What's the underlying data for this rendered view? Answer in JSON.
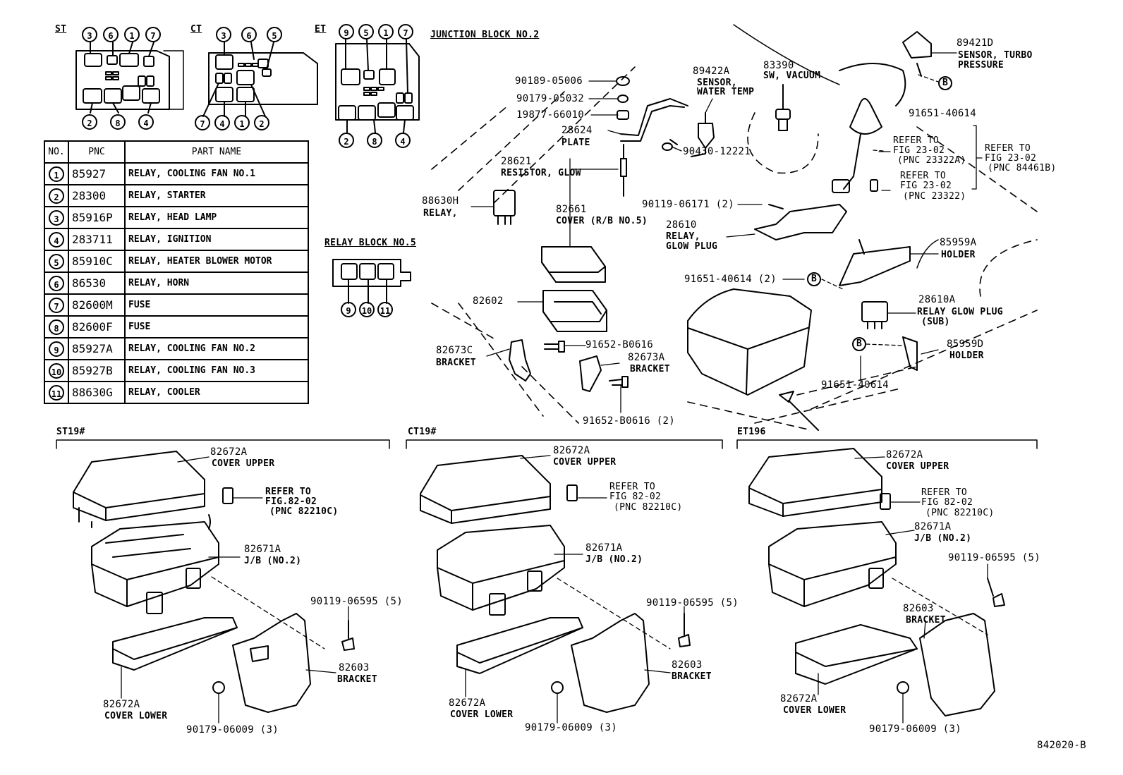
{
  "section_labels": {
    "st": "ST",
    "ct": "CT",
    "et": "ET",
    "junction_block": "JUNCTION BLOCK NO.2",
    "relay_block": "RELAY BLOCK NO.5",
    "st19": "ST19#",
    "ct19": "CT19#",
    "et196": "ET196"
  },
  "relay_layouts": {
    "st_top": [
      "3",
      "6",
      "1",
      "7"
    ],
    "st_bottom": [
      "2",
      "8",
      "4"
    ],
    "ct_top": [
      "3",
      "6",
      "5"
    ],
    "ct_bottom": [
      "7",
      "4",
      "1",
      "2"
    ],
    "et_top": [
      "9",
      "5",
      "1",
      "7"
    ],
    "et_bottom": [
      "2",
      "8",
      "4"
    ],
    "rb5": [
      "9",
      "10",
      "11"
    ]
  },
  "parts_table": {
    "headers": [
      "NO.",
      "PNC",
      "PART NAME"
    ],
    "rows": [
      {
        "no": "1",
        "pnc": "85927",
        "name": "RELAY, COOLING FAN NO.1"
      },
      {
        "no": "2",
        "pnc": "28300",
        "name": "RELAY, STARTER"
      },
      {
        "no": "3",
        "pnc": "85916P",
        "name": "RELAY, HEAD LAMP"
      },
      {
        "no": "4",
        "pnc": "283711",
        "name": "RELAY, IGNITION"
      },
      {
        "no": "5",
        "pnc": "85910C",
        "name": "RELAY, HEATER BLOWER MOTOR"
      },
      {
        "no": "6",
        "pnc": "86530",
        "name": "RELAY, HORN"
      },
      {
        "no": "7",
        "pnc": "82600M",
        "name": "FUSE"
      },
      {
        "no": "8",
        "pnc": "82600F",
        "name": "FUSE"
      },
      {
        "no": "9",
        "pnc": "85927A",
        "name": "RELAY, COOLING FAN NO.2"
      },
      {
        "no": "10",
        "pnc": "85927B",
        "name": "RELAY, COOLING FAN NO.3"
      },
      {
        "no": "11",
        "pnc": "88630G",
        "name": "RELAY, COOLER"
      }
    ]
  },
  "callouts": {
    "p90189": "90189-05006",
    "p90179": "90179-05032",
    "p19877": "19877-66010",
    "p28624": "28624",
    "p28624_n": "PLATE",
    "p28621": "28621",
    "p28621_n": "RESISTOR, GLOW",
    "p88630h": "88630H",
    "p88630h_n": "RELAY,",
    "p89422a": "89422A",
    "p89422a_n1": "SENSOR,",
    "p89422a_n2": "WATER TEMP",
    "p90430": "90430-12221",
    "p83390": "83390",
    "p83390_n": "SW, VACUUM",
    "p89421d": "89421D",
    "p89421d_n1": "SENSOR, TURBO",
    "p89421d_n2": "PRESSURE",
    "p91651_top": "91651-40614",
    "ref_a1": "REFER TO",
    "ref_a2": "FIG 23-02",
    "ref_a3": "(PNC 23322A)",
    "ref_b1": "REFER TO",
    "ref_b2": "FIG 23-02",
    "ref_b3": "(PNC 23322)",
    "ref_c1": "REFER TO",
    "ref_c2": "FIG 23-02",
    "ref_c3": "(PNC 84461B)",
    "p82661": "82661",
    "p82661_n": "COVER (R/B NO.5)",
    "p90119_06171": "90119-06171 (2)",
    "p28610": "28610",
    "p28610_n1": "RELAY,",
    "p28610_n2": "GLOW PLUG",
    "p85959a": "85959A",
    "p85959a_n": "HOLDER",
    "p91651_2": "91651-40614 (2)",
    "p28610a": "28610A",
    "p28610a_n1": "RELAY GLOW PLUG",
    "p28610a_n2": "(SUB)",
    "p82602": "82602",
    "p82673c": "82673C",
    "p82673c_n": "BRACKET",
    "p91652_1": "91652-B0616",
    "p82673a": "82673A",
    "p82673a_n": "BRACKET",
    "p91652_2": "91652-B0616 (2)",
    "p85959d": "85959D",
    "p85959d_n": "HOLDER",
    "p91651_bot": "91651-40614",
    "b_marker": "B",
    "s_82672a_up": "82672A",
    "s_cover_upper": "COVER UPPER",
    "s_ref1": "REFER TO",
    "s_ref2": "FIG.82-02",
    "s_ref3": "(PNC 82210C)",
    "s_82671a": "82671A",
    "s_jb": "J/B (NO.2)",
    "s_90119": "90119-06595 (5)",
    "s_82603": "82603",
    "s_bracket": "BRACKET",
    "s_82672a_lo": "82672A",
    "s_cover_lower": "COVER LOWER",
    "s_90179": "90179-06009 (3)",
    "c_82672a_up": "82672A",
    "c_cover_upper": "COVER UPPER",
    "c_ref1": "REFER TO",
    "c_ref2": "FIG 82-02",
    "c_ref3": "(PNC 82210C)",
    "c_82671a": "82671A",
    "c_jb": "J/B (NO.2)",
    "c_90119": "90119-06595 (5)",
    "c_82603": "82603",
    "c_bracket": "BRACKET",
    "c_82672a_lo": "82672A",
    "c_cover_lower": "COVER LOWER",
    "c_90179": "90179-06009 (3)",
    "e_82672a_up": "82672A",
    "e_cover_upper": "COVER UPPER",
    "e_ref1": "REFER TO",
    "e_ref2": "FIG 82-02",
    "e_ref3": "(PNC 82210C)",
    "e_82671a": "82671A",
    "e_jb": "J/B (NO.2)",
    "e_90119": "90119-06595 (5)",
    "e_82603": "82603",
    "e_bracket": "BRACKET",
    "e_82672a_lo": "82672A",
    "e_cover_lower": "COVER LOWER",
    "e_90179": "90179-06009 (3)",
    "figure_id": "842020-B"
  }
}
